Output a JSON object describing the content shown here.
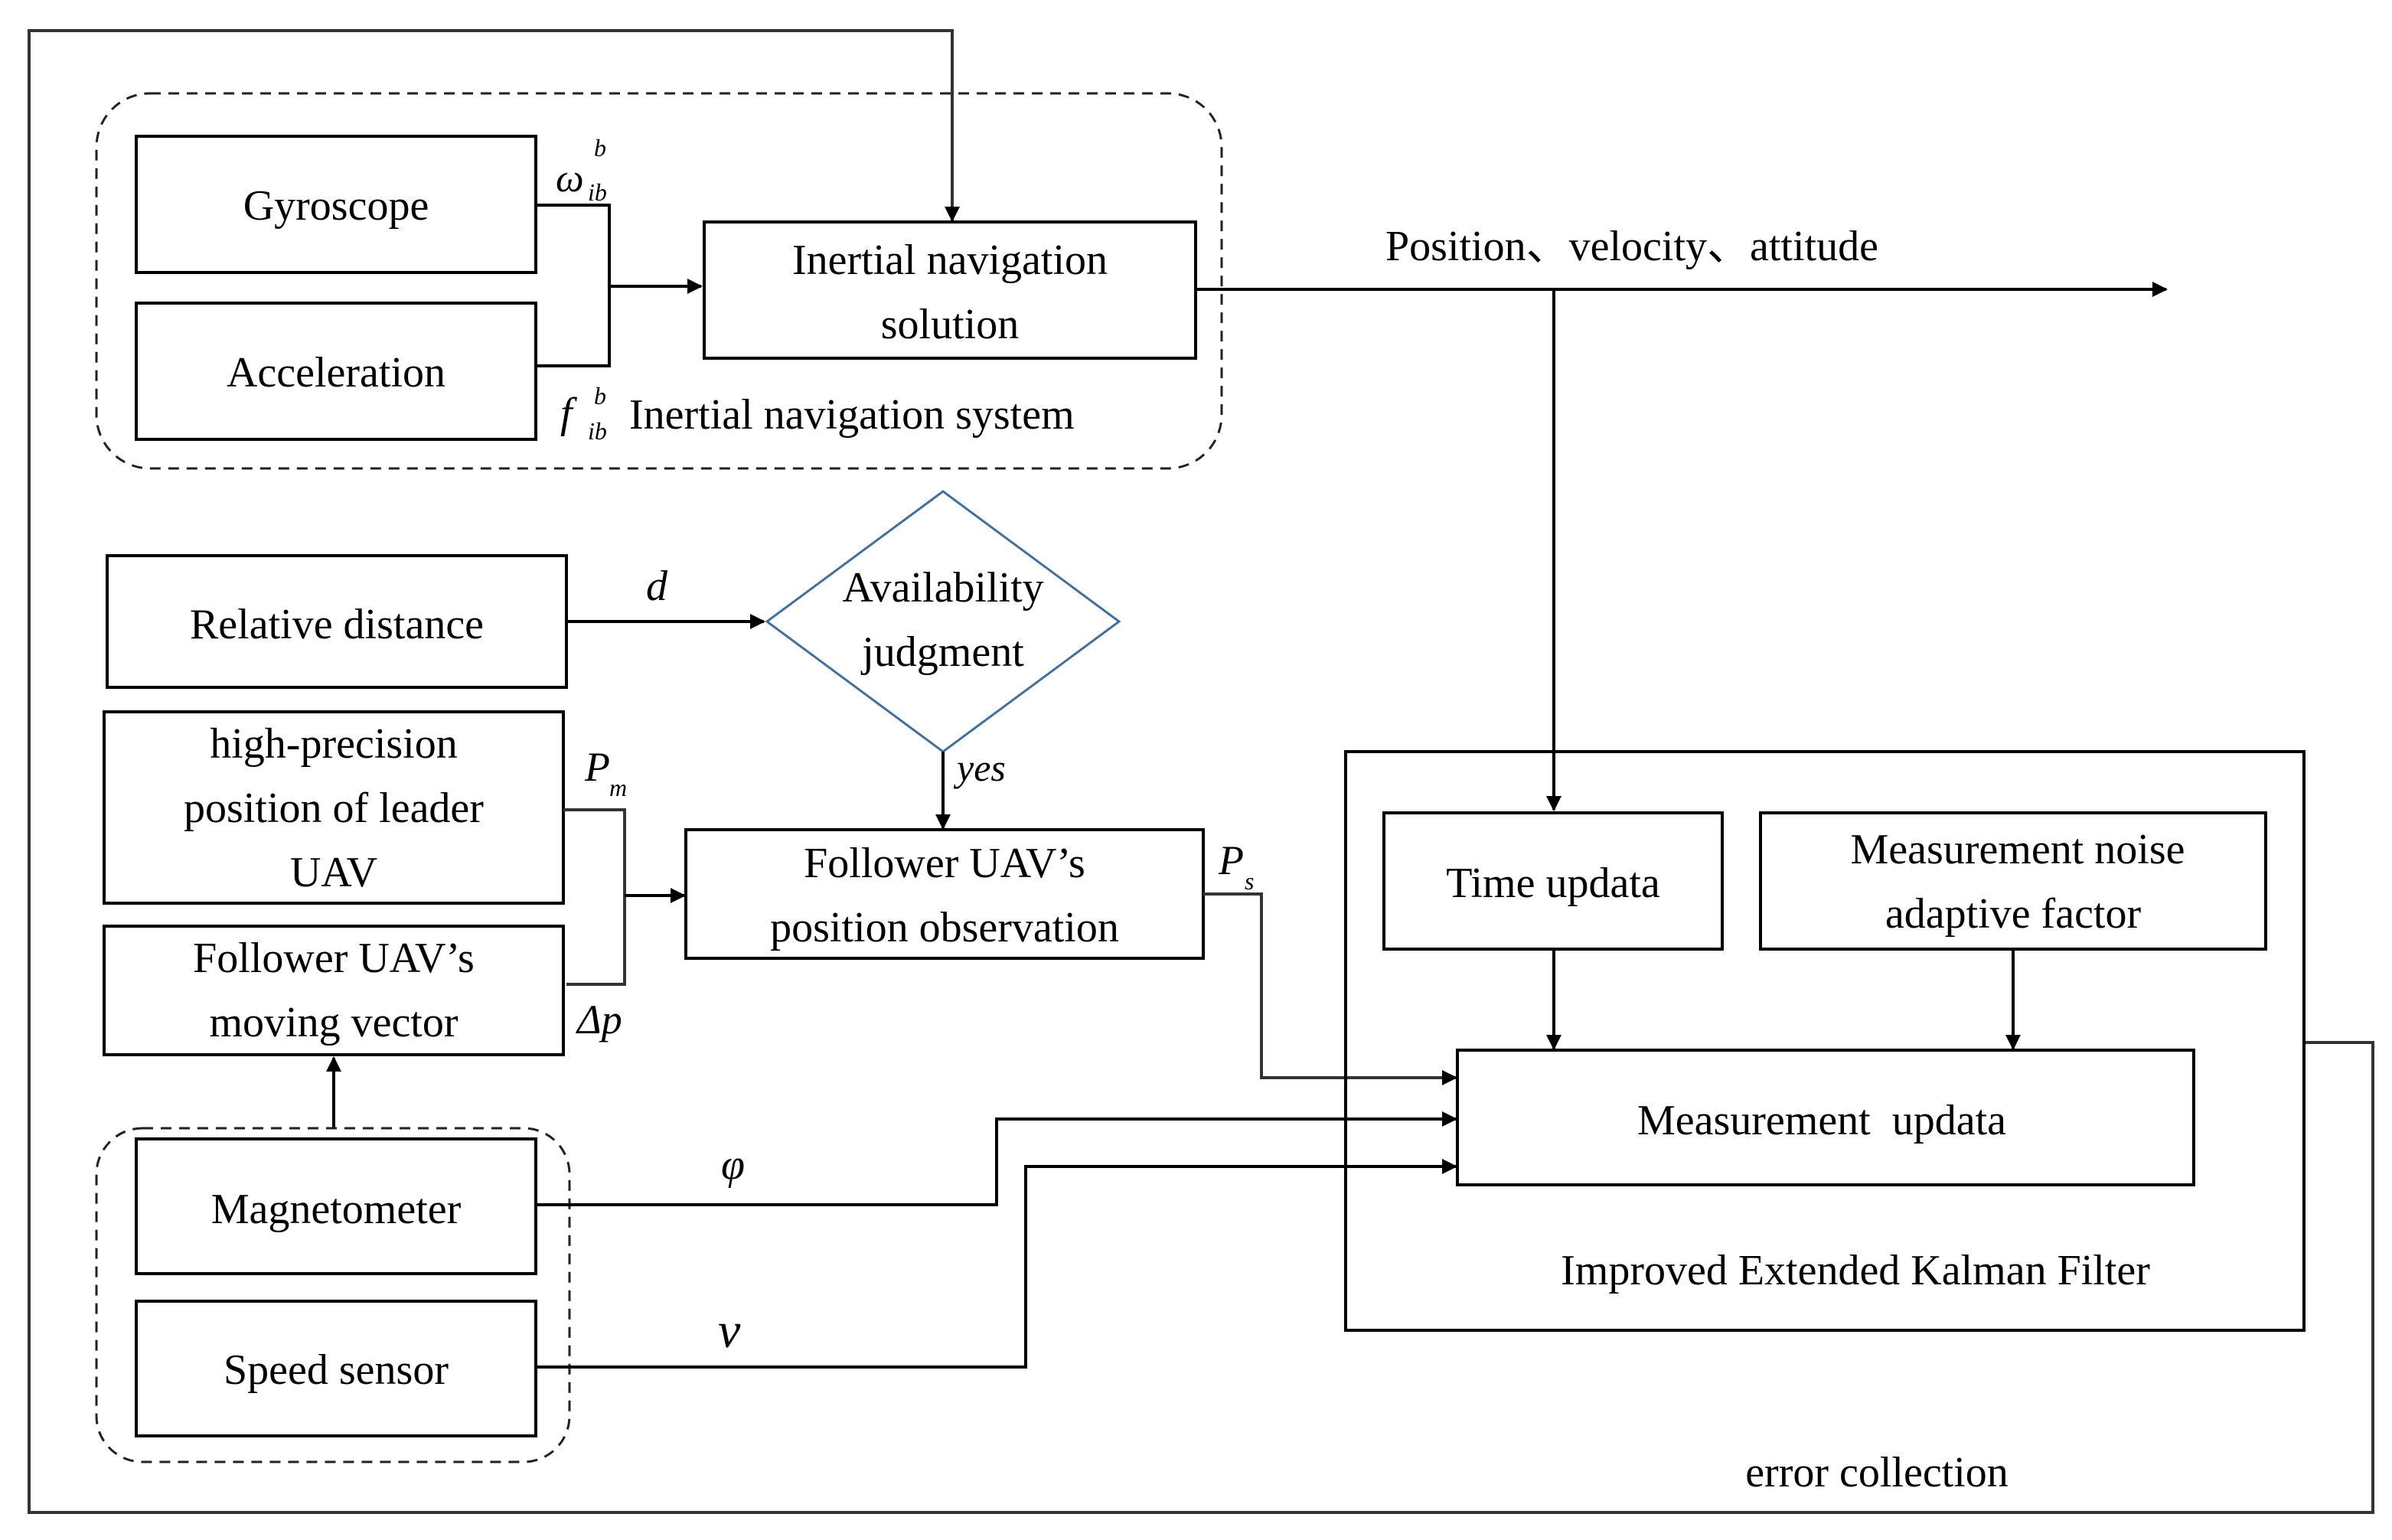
{
  "diagram": {
    "groups": {
      "ins": "Inertial navigation system",
      "ekf": "Improved Extended Kalman Filter"
    },
    "blocks": {
      "gyroscope": "Gyroscope",
      "acceleration": "Acceleration",
      "ins_solution": [
        "Inertial navigation",
        "solution"
      ],
      "relative_distance": "Relative distance",
      "availability": [
        "Availability",
        "judgment"
      ],
      "leader_position": [
        "high-precision",
        "position of leader",
        "UAV"
      ],
      "moving_vector": [
        "Follower UAV’s",
        "moving vector"
      ],
      "position_observation": [
        "Follower UAV’s",
        "position observation"
      ],
      "magnetometer": "Magnetometer",
      "speed_sensor": "Speed sensor",
      "time_update": "Time updata",
      "noise_factor": [
        "Measurement noise",
        "adaptive factor"
      ],
      "measurement_update": "Measurement  updata"
    },
    "signals": {
      "omega": {
        "base": "ω",
        "sup": "b",
        "sub": "ib"
      },
      "f": {
        "base": "f",
        "sup": "b",
        "sub": "ib"
      },
      "d": "d",
      "yes": "yes",
      "pm": {
        "base": "P",
        "sub": "m"
      },
      "dp": "Δp",
      "ps": {
        "base": "P",
        "sub": "s"
      },
      "phi": "φ",
      "v": "v",
      "output": "Position、velocity、attitude",
      "feedback": "error collection"
    },
    "colors": {
      "line": "#000000",
      "diamond": "#41719C"
    }
  }
}
